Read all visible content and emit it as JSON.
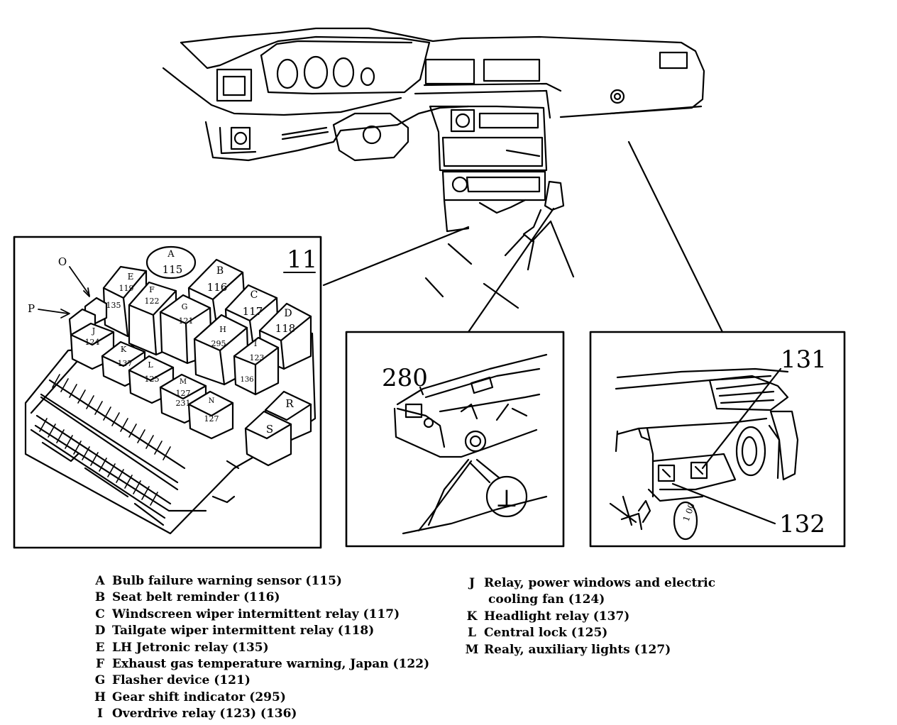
{
  "figure_number": "11",
  "relays": [
    {
      "letter": "A",
      "number": "115"
    },
    {
      "letter": "B",
      "number": "116"
    },
    {
      "letter": "C",
      "number": "117"
    },
    {
      "letter": "D",
      "number": "118"
    },
    {
      "letter": "E",
      "number": "119"
    },
    {
      "letter": "F",
      "number": "122"
    },
    {
      "letter": "G",
      "number": "121"
    },
    {
      "letter": "H",
      "number": "295"
    },
    {
      "letter": "I",
      "number": "123"
    },
    {
      "letter": "J",
      "number": "124"
    },
    {
      "letter": "K",
      "number": "137"
    },
    {
      "letter": "L",
      "number": "125"
    },
    {
      "letter": "M",
      "number": "127"
    },
    {
      "letter": "N",
      "number": "127"
    }
  ],
  "relay_extra": {
    "E_lower": "135",
    "I_lower": "136",
    "M_lower": "231"
  },
  "pointer_labels": {
    "O": "O",
    "P": "P",
    "R": "R",
    "S": "S"
  },
  "callouts": {
    "ground": "280",
    "relay_131": "131",
    "relay_132": "132",
    "ground_symbol": "⊥",
    "fuse_text": "1 00"
  },
  "legend_left": [
    {
      "letter": "A",
      "text": "Bulb failure warning sensor (115)"
    },
    {
      "letter": "B",
      "text": "Seat belt reminder (116)"
    },
    {
      "letter": "C",
      "text": "Windscreen wiper intermittent relay (117)"
    },
    {
      "letter": "D",
      "text": "Tailgate wiper intermittent relay (118)"
    },
    {
      "letter": "E",
      "text": "LH Jetronic relay (135)"
    },
    {
      "letter": "F",
      "text": "Exhaust gas temperature warning, Japan (122)"
    },
    {
      "letter": "G",
      "text": "Flasher device (121)"
    },
    {
      "letter": "H",
      "text": "Gear shift indicator (295)"
    },
    {
      "letter": "I",
      "text": "Overdrive relay (123) (136)"
    }
  ],
  "legend_right": [
    {
      "letter": "J",
      "text": "Relay, power windows and electric",
      "cont": "cooling fan (124)"
    },
    {
      "letter": "K",
      "text": "Headlight relay (137)"
    },
    {
      "letter": "L",
      "text": "Central lock (125)"
    },
    {
      "letter": "M",
      "text": "Realy, auxiliary lights (127)"
    }
  ]
}
